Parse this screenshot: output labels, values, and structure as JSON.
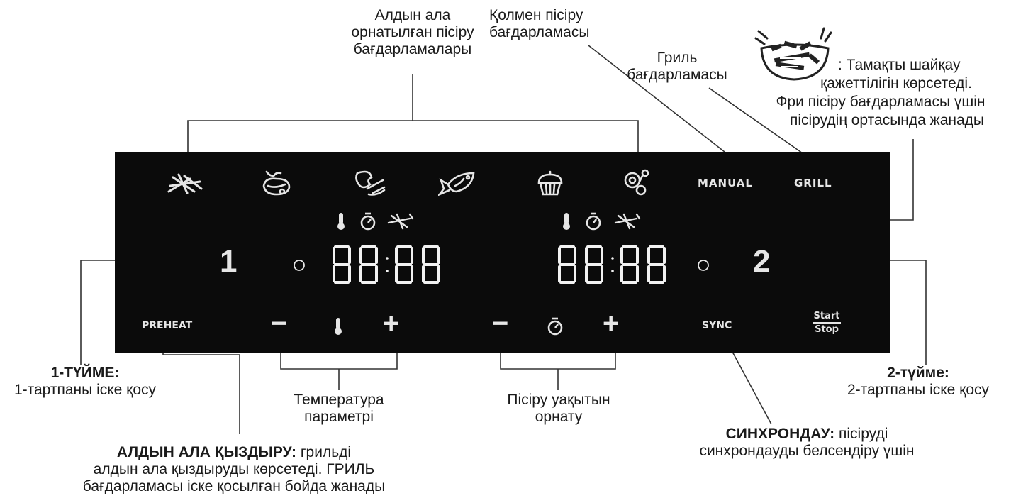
{
  "callouts": {
    "preset_l1": "Алдын ала",
    "preset_l2": "орнатылған пісіру",
    "preset_l3": "бағдарламалары",
    "manual_l1": "Қолмен пісіру",
    "manual_l2": "бағдарламасы",
    "grill_l1": "Гриль",
    "grill_l2": "бағдарламасы",
    "shake_l1": ": Тамақты шайқау",
    "shake_l2": "қажеттілігін көрсетеді.",
    "shake_l3": "Фри пісіру бағдарламасы үшін",
    "shake_l4": "пісірудің ортасында жанады",
    "btn1_title": "1-ТҮЙМЕ:",
    "btn1_desc": "1-тартпаны іске қосу",
    "btn2_title": "2-түйме:",
    "btn2_desc": "2-тартпаны іске қосу",
    "temp_l1": "Температура",
    "temp_l2": "параметрі",
    "time_l1": "Пісіру уақытын",
    "time_l2": "орнату",
    "sync_title": "СИНХРОНДАУ:",
    "sync_d1": " пісіруді",
    "sync_d2": "синхрондауды белсендіру үшін",
    "preheat_title": "АЛДЫН АЛА ҚЫЗДЫРУ:",
    "preheat_d1": " грильді",
    "preheat_d2": "алдын ала қыздыруды көрсетеді. ГРИЛЬ",
    "preheat_d3": "бағдарламасы іске қосылған бойда жанады"
  },
  "panel": {
    "background": "#0b0b0b",
    "foreground": "#e6e6e6",
    "manual_label": "MANUAL",
    "grill_label": "GRILL",
    "preheat_label": "PREHEAT",
    "sync_label": "SYNC",
    "start_label": "Start",
    "stop_label": "Stop",
    "zone1_number": "1",
    "zone2_number": "2",
    "minus": "−",
    "plus": "+",
    "program_icons": [
      "fries-icon",
      "chicken-icon",
      "steak-icon",
      "fish-icon",
      "muffin-icon",
      "vegetables-icon"
    ],
    "indicator_icons": [
      "thermometer-icon",
      "timer-icon",
      "shake-icon"
    ],
    "display1": "8888",
    "display2": "8888"
  }
}
